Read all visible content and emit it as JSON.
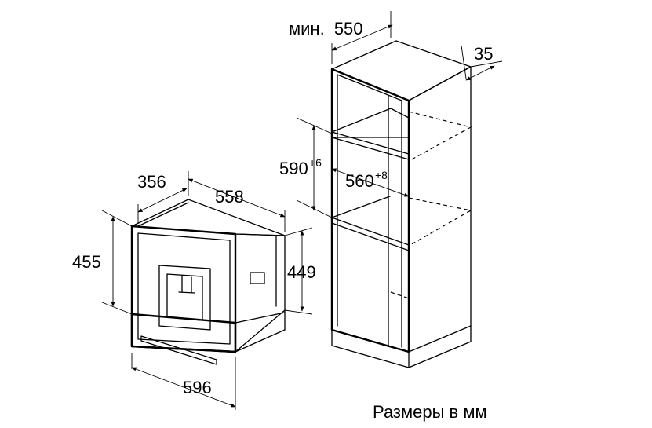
{
  "appliance": {
    "dim_width": "596",
    "dim_depth_total": "558",
    "dim_depth_body": "356",
    "dim_height_total": "455",
    "dim_height_body": "449"
  },
  "cabinet": {
    "dim_min_depth_prefix": "мин.",
    "dim_min_depth": "550",
    "dim_back_gap": "35",
    "dim_niche_height": "590",
    "dim_niche_height_tol": "+6",
    "dim_niche_width": "560",
    "dim_niche_width_tol": "+8"
  },
  "caption": "Размеры в мм"
}
